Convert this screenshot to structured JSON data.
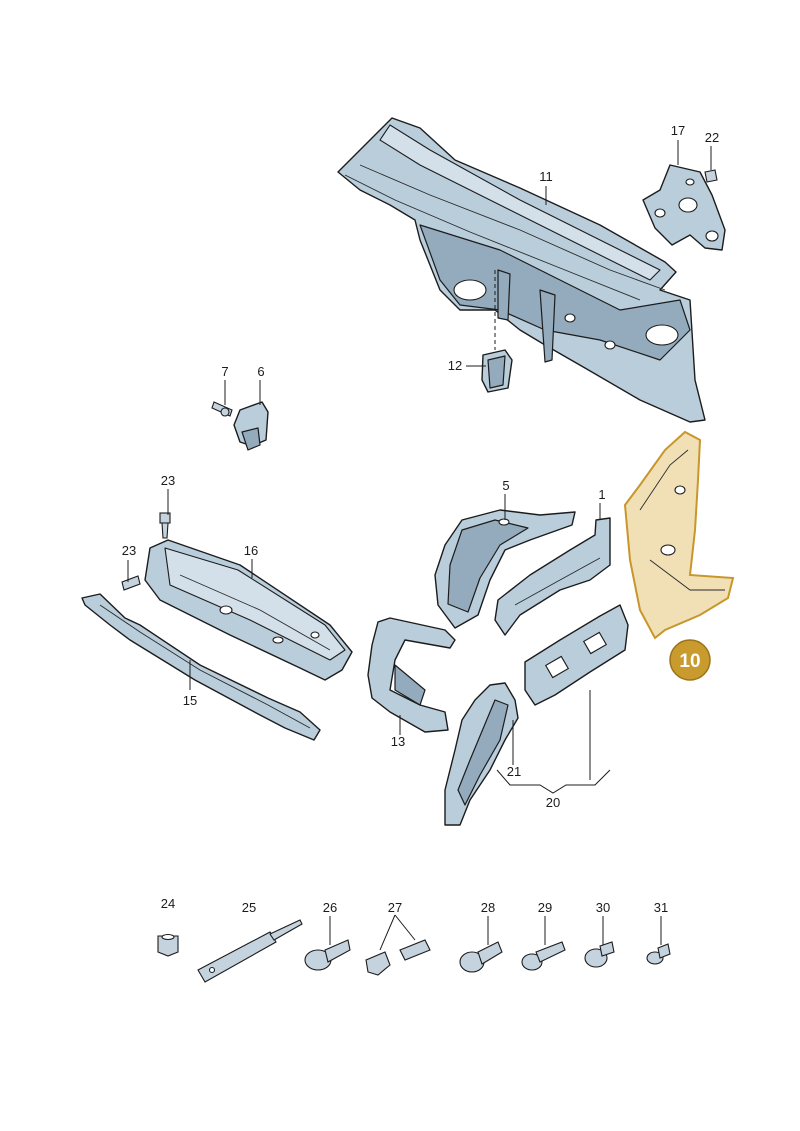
{
  "highlight_color": "#c99a2e",
  "parts": {
    "p1": "1",
    "p5": "5",
    "p6": "6",
    "p7": "7",
    "p10": "10",
    "p11": "11",
    "p12": "12",
    "p13": "13",
    "p15": "15",
    "p16": "16",
    "p17": "17",
    "p20": "20",
    "p21": "21",
    "p22": "22",
    "p23a": "23",
    "p23b": "23",
    "p24": "24",
    "p25": "25",
    "p26": "26",
    "p27": "27",
    "p28": "28",
    "p29": "29",
    "p30": "30",
    "p31": "31"
  },
  "highlighted_part": "10"
}
